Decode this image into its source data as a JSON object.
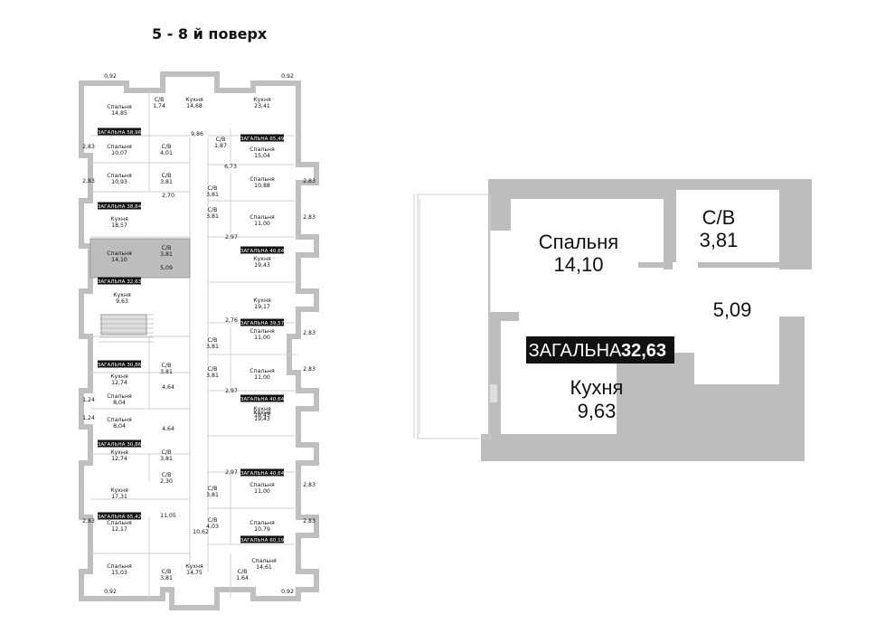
{
  "title": "5 - 8 й поверх",
  "apartments": [
    {
      "id": "a1",
      "total_label": "ЗАГАЛЬНА",
      "total": "58,96"
    },
    {
      "id": "a2",
      "total_label": "ЗАГАЛЬНА",
      "total": "65,49"
    },
    {
      "id": "a3",
      "total_label": "ЗАГАЛЬНА",
      "total": "38,84"
    },
    {
      "id": "a4",
      "total_label": "ЗАГАЛЬНА",
      "total": "40,64"
    },
    {
      "id": "a5",
      "total_label": "ЗАГАЛЬНА",
      "total": "32,63"
    },
    {
      "id": "a6",
      "total_label": "ЗАГАЛЬНА",
      "total": "39,57"
    },
    {
      "id": "a7",
      "total_label": "ЗАГАЛЬНА",
      "total": "30,86"
    },
    {
      "id": "a8",
      "total_label": "ЗАГАЛЬНА",
      "total": "40,64"
    },
    {
      "id": "a9",
      "total_label": "ЗАГАЛЬНА",
      "total": "30,86"
    },
    {
      "id": "a10",
      "total_label": "ЗАГАЛЬНА",
      "total": "40,64"
    },
    {
      "id": "a11",
      "total_label": "ЗАГАЛЬНА",
      "total": "65,42"
    },
    {
      "id": "a12",
      "total_label": "ЗАГАЛЬНА",
      "total": "60,19"
    }
  ],
  "rooms": [
    {
      "name": "Спальня",
      "area": "14,85"
    },
    {
      "name": "С/В",
      "area": "1,74"
    },
    {
      "name": "Кухня",
      "area": "14,68"
    },
    {
      "name": "Кухня",
      "area": "23,41"
    },
    {
      "name": "Спальня",
      "area": "10,07"
    },
    {
      "name": "С/В",
      "area": "4,01"
    },
    {
      "name": "С/В",
      "area": "1,87"
    },
    {
      "name": "Спальня",
      "area": "15,04"
    },
    {
      "name": "Спальня",
      "area": "10,93"
    },
    {
      "name": "С/В",
      "area": "3,81"
    },
    {
      "name": "С/В",
      "area": "3,81"
    },
    {
      "name": "Спальня",
      "area": "10,88"
    },
    {
      "name": "Кухня",
      "area": "18,57"
    },
    {
      "name": "С/В",
      "area": "3,81"
    },
    {
      "name": "Спальня",
      "area": "11,00"
    },
    {
      "name": "Спальня",
      "area": "14,10"
    },
    {
      "name": "С/В",
      "area": "3,81"
    },
    {
      "name": "Кухня",
      "area": "19,43"
    },
    {
      "name": "Кухня",
      "area": "9,63"
    },
    {
      "name": "Кухня",
      "area": "19,17"
    },
    {
      "name": "С/В",
      "area": "3,81"
    },
    {
      "name": "Спальня",
      "area": "11,00"
    },
    {
      "name": "Кухня",
      "area": "12,74"
    },
    {
      "name": "С/В",
      "area": "3,81"
    },
    {
      "name": "С/В",
      "area": "3,81"
    },
    {
      "name": "Спальня",
      "area": "11,00"
    },
    {
      "name": "Спальня",
      "area": "8,04"
    },
    {
      "name": "Кухня",
      "area": "19,43"
    },
    {
      "name": "Спальня",
      "area": "8,04"
    },
    {
      "name": "Кухня",
      "area": "19,43"
    },
    {
      "name": "Кухня",
      "area": "12,74"
    },
    {
      "name": "С/В",
      "area": "3,81"
    },
    {
      "name": "С/В",
      "area": "2,30"
    },
    {
      "name": "С/В",
      "area": "3,81"
    },
    {
      "name": "Спальня",
      "area": "11,00"
    },
    {
      "name": "Кухня",
      "area": "17,31"
    },
    {
      "name": "С/В",
      "area": "4,03"
    },
    {
      "name": "Спальня",
      "area": "10,79"
    },
    {
      "name": "Спальня",
      "area": "12,17"
    },
    {
      "name": "Спальня",
      "area": "15,03"
    },
    {
      "name": "С/В",
      "area": "3,81"
    },
    {
      "name": "Кухня",
      "area": "14,75"
    },
    {
      "name": "С/В",
      "area": "1,64"
    },
    {
      "name": "Спальня",
      "area": "14,61"
    }
  ],
  "dimensions": [
    "0,92",
    "0,92",
    "2,83",
    "2,83",
    "9,86",
    "6,73",
    "2,70",
    "2,83",
    "2,83",
    "2,97",
    "5,09",
    "2,76",
    "2,83",
    "2,83",
    "4,64",
    "2,97",
    "1,24",
    "1,24",
    "4,64",
    "2,97",
    "2,83",
    "2,83",
    "11,05",
    "10,62",
    "0,92",
    "0,92",
    "2,83"
  ],
  "detail": {
    "bedroom": {
      "name": "Спальня",
      "area": "14,10"
    },
    "bathroom": {
      "name": "С/В",
      "area": "3,81"
    },
    "corridor": {
      "area": "5,09"
    },
    "kitchen": {
      "name": "Кухня",
      "area": "9,63"
    },
    "total_label": "ЗАГАЛЬНА",
    "total": "32,63"
  }
}
